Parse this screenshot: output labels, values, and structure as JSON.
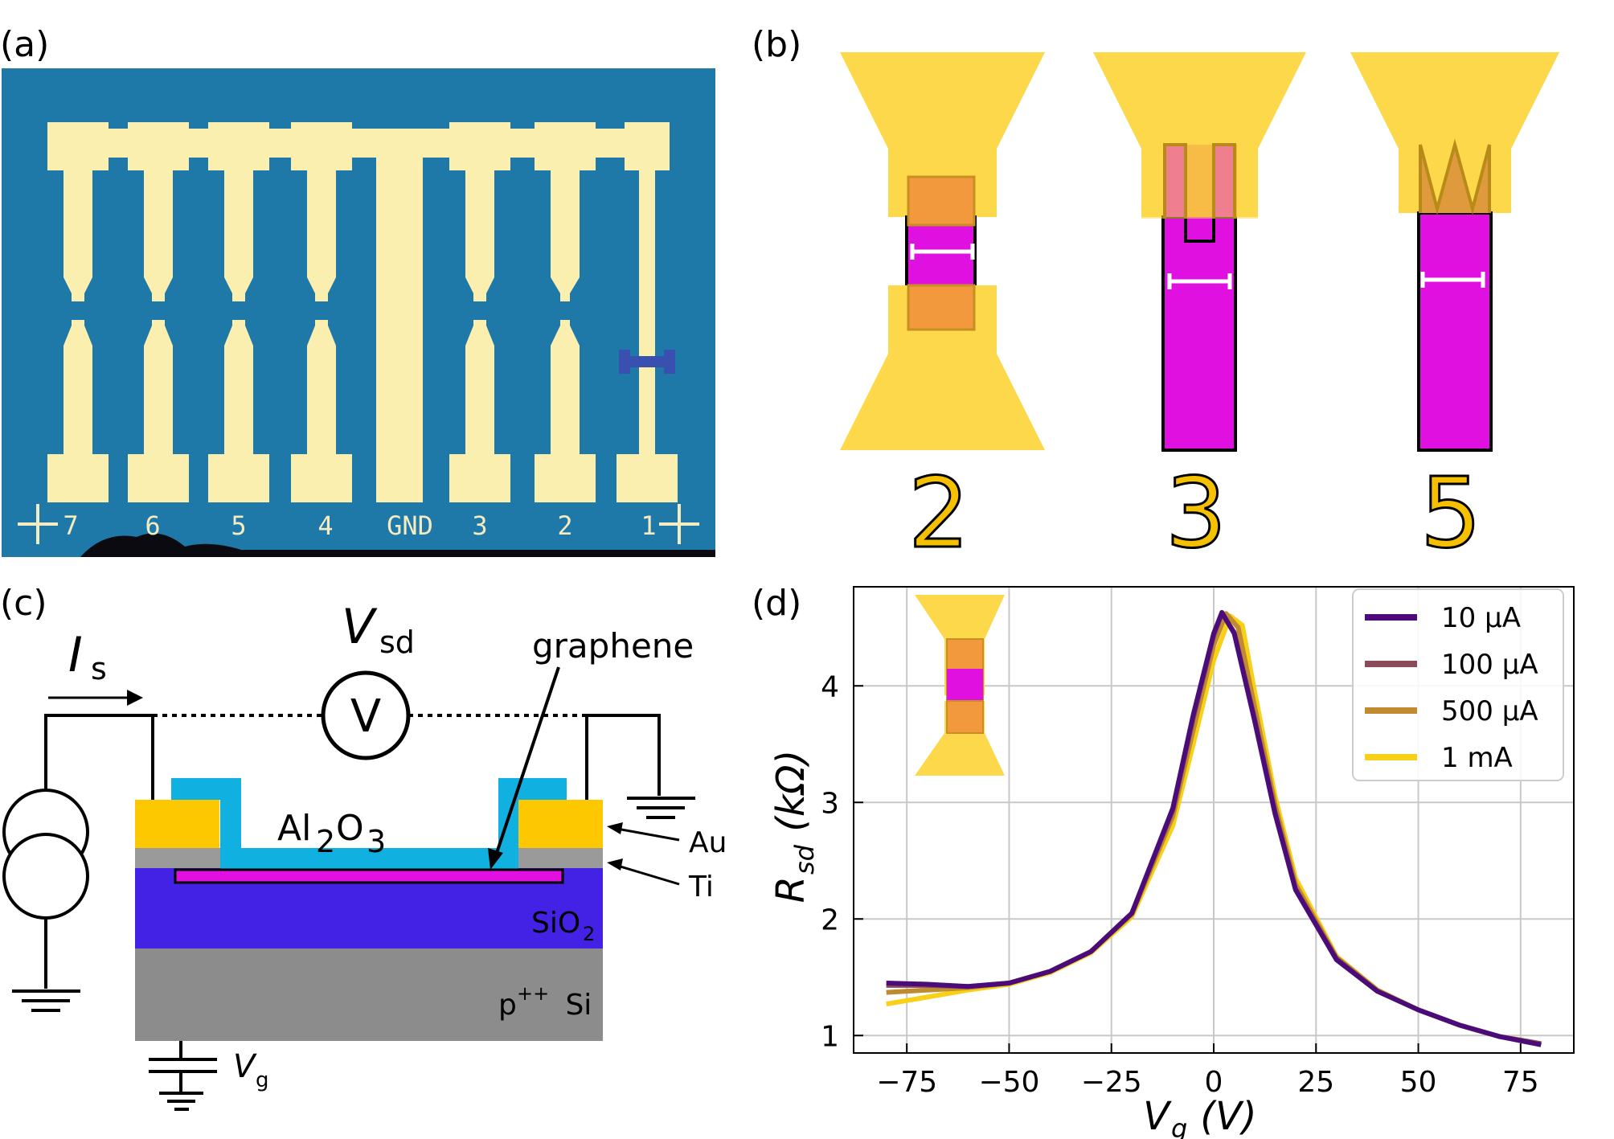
{
  "panels": {
    "a": {
      "label": "(a)",
      "pad_labels": [
        "7",
        "6",
        "5",
        "4",
        "GND",
        "3",
        "2",
        "1"
      ]
    },
    "b": {
      "label": "(b)",
      "design_numbers": [
        "2",
        "3",
        "5"
      ]
    },
    "c": {
      "label": "(c)",
      "current_label": "I",
      "current_sub": "s",
      "voltage_label": "V",
      "voltage_sub": "sd",
      "meter_symbol": "V",
      "graphene": "graphene",
      "al2o3_a": "Al",
      "al2o3_b": "2",
      "al2o3_c": "O",
      "al2o3_d": "3",
      "au": "Au",
      "ti": "Ti",
      "sio2": "SiO",
      "sio2_sub": "2",
      "si": "p",
      "si_sup": "++",
      "si_rest": " Si",
      "gate_label": "V",
      "gate_sub": "g"
    },
    "d": {
      "label": "(d)"
    }
  },
  "colors": {
    "chip_bg": "#1e78a8",
    "gold": "#fcd84a",
    "overlap": "#f2993e",
    "graphene": "#e010e0",
    "oxide": "#10b0e0",
    "sio2": "#4322e6",
    "si": "#8c8c8c",
    "au": "#fdc800"
  },
  "chart_data": {
    "type": "line",
    "xlabel_main": "V",
    "xlabel_sub": "g",
    "xlabel_unit": " (V)",
    "ylabel_main": "R",
    "ylabel_sub": "sd",
    "ylabel_unit": " (kΩ)",
    "xlim": [
      -88,
      88
    ],
    "ylim": [
      0.85,
      4.85
    ],
    "xticks": [
      -75,
      -50,
      -25,
      0,
      25,
      50,
      75
    ],
    "xtick_labels": [
      "−75",
      "−50",
      "−25",
      "0",
      "25",
      "50",
      "75"
    ],
    "yticks": [
      1,
      2,
      3,
      4
    ],
    "ytick_labels": [
      "1",
      "2",
      "3",
      "4"
    ],
    "grid": true,
    "legend_position": "top-right",
    "series": [
      {
        "name": "10 μA",
        "color": "#4b0c7a",
        "x": [
          -80,
          -70,
          -60,
          -50,
          -40,
          -30,
          -20,
          -10,
          -5,
          0,
          2,
          5,
          10,
          15,
          20,
          30,
          40,
          50,
          60,
          70,
          80
        ],
        "y": [
          1.45,
          1.44,
          1.42,
          1.45,
          1.55,
          1.72,
          2.05,
          2.95,
          3.75,
          4.45,
          4.63,
          4.45,
          3.7,
          2.9,
          2.25,
          1.65,
          1.38,
          1.22,
          1.09,
          0.99,
          0.92
        ]
      },
      {
        "name": "100 μA",
        "color": "#8a4a5a",
        "x": [
          -80,
          -70,
          -60,
          -50,
          -40,
          -30,
          -20,
          -10,
          -5,
          0,
          2,
          5,
          10,
          15,
          20,
          30,
          40,
          50,
          60,
          70,
          80
        ],
        "y": [
          1.43,
          1.43,
          1.42,
          1.45,
          1.55,
          1.72,
          2.05,
          2.93,
          3.72,
          4.43,
          4.62,
          4.46,
          3.72,
          2.92,
          2.26,
          1.66,
          1.38,
          1.22,
          1.09,
          0.99,
          0.93
        ]
      },
      {
        "name": "500 μA",
        "color": "#c08a30",
        "x": [
          -80,
          -70,
          -60,
          -50,
          -40,
          -30,
          -20,
          -10,
          -5,
          0,
          3,
          6,
          10,
          15,
          20,
          30,
          40,
          50,
          60,
          70,
          80
        ],
        "y": [
          1.37,
          1.39,
          1.41,
          1.45,
          1.55,
          1.72,
          2.04,
          2.88,
          3.62,
          4.35,
          4.62,
          4.5,
          3.82,
          2.98,
          2.3,
          1.67,
          1.39,
          1.22,
          1.09,
          0.99,
          0.93
        ]
      },
      {
        "name": "1 mA",
        "color": "#f8d018",
        "x": [
          -80,
          -70,
          -60,
          -50,
          -40,
          -30,
          -20,
          -10,
          -5,
          0,
          4,
          7,
          10,
          15,
          20,
          30,
          40,
          50,
          60,
          70,
          80
        ],
        "y": [
          1.27,
          1.33,
          1.39,
          1.44,
          1.54,
          1.71,
          2.02,
          2.8,
          3.5,
          4.22,
          4.6,
          4.52,
          3.95,
          3.05,
          2.35,
          1.68,
          1.39,
          1.22,
          1.09,
          0.99,
          0.93
        ]
      }
    ]
  }
}
